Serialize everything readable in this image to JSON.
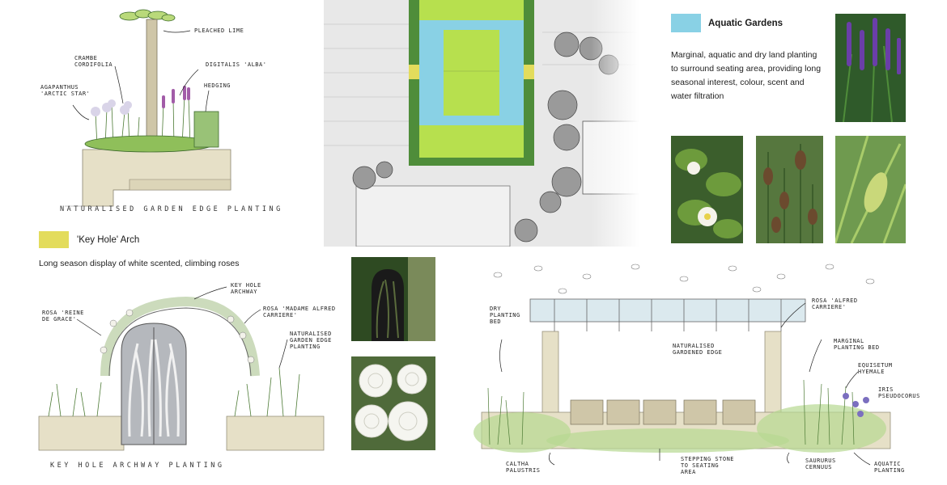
{
  "edge_planting": {
    "caption": "NATURALISED GARDEN EDGE PLANTING",
    "labels": {
      "pleached_lime": "PLEACHED LIME",
      "crambe": "CRAMBE CORDIFOLIA",
      "digitalis": "DIGITALIS 'ALBA'",
      "agapanthus": "AGAPANTHUS 'ARCTIC STAR'",
      "hedging": "HEDGING"
    }
  },
  "key_hole": {
    "swatch_color": "#e3dc5c",
    "title": "'Key Hole' Arch",
    "description": "Long season display of white scented, climbing roses",
    "caption": "KEY HOLE ARCHWAY PLANTING",
    "labels": {
      "key_hole_archway": "KEY HOLE ARCHWAY",
      "rosa_madame": "ROSA 'MADAME ALFRED CARRIERE'",
      "rosa_reine": "ROSA 'REINE DE GRACE'",
      "naturalised": "NATURALISED GARDEN EDGE PLANTING"
    }
  },
  "aquatic": {
    "swatch_color": "#89d1e5",
    "title": "Aquatic Gardens",
    "description": "Marginal, aquatic and dry land planting to surround seating area, providing long seasonal interest, colour, scent and water filtration"
  },
  "section": {
    "labels": {
      "dry_bed": "DRY PLANTING BED",
      "rosa_alfred": "ROSA 'ALFRED CARRIERE'",
      "naturalised_edge": "NATURALISED GARDENED EDGE",
      "marginal_bed": "MARGINAL PLANTING BED",
      "equisetum": "EQUISETUM HYEMALE",
      "iris": "IRIS PSEUDOCORUS",
      "caltha": "CALTHA PALUSTRIS",
      "stepping": "STEPPING STONE TO SEATING AREA",
      "saururus": "SAURURUS CERNUUS",
      "aquatic_planting": "AQUATIC PLANTING"
    }
  },
  "colors": {
    "lawn": "#b7e04e",
    "hedge": "#4f8d3a",
    "water": "#89d1e5",
    "arch_yellow": "#e3dc5c",
    "plinth": "#e6e0c7"
  }
}
